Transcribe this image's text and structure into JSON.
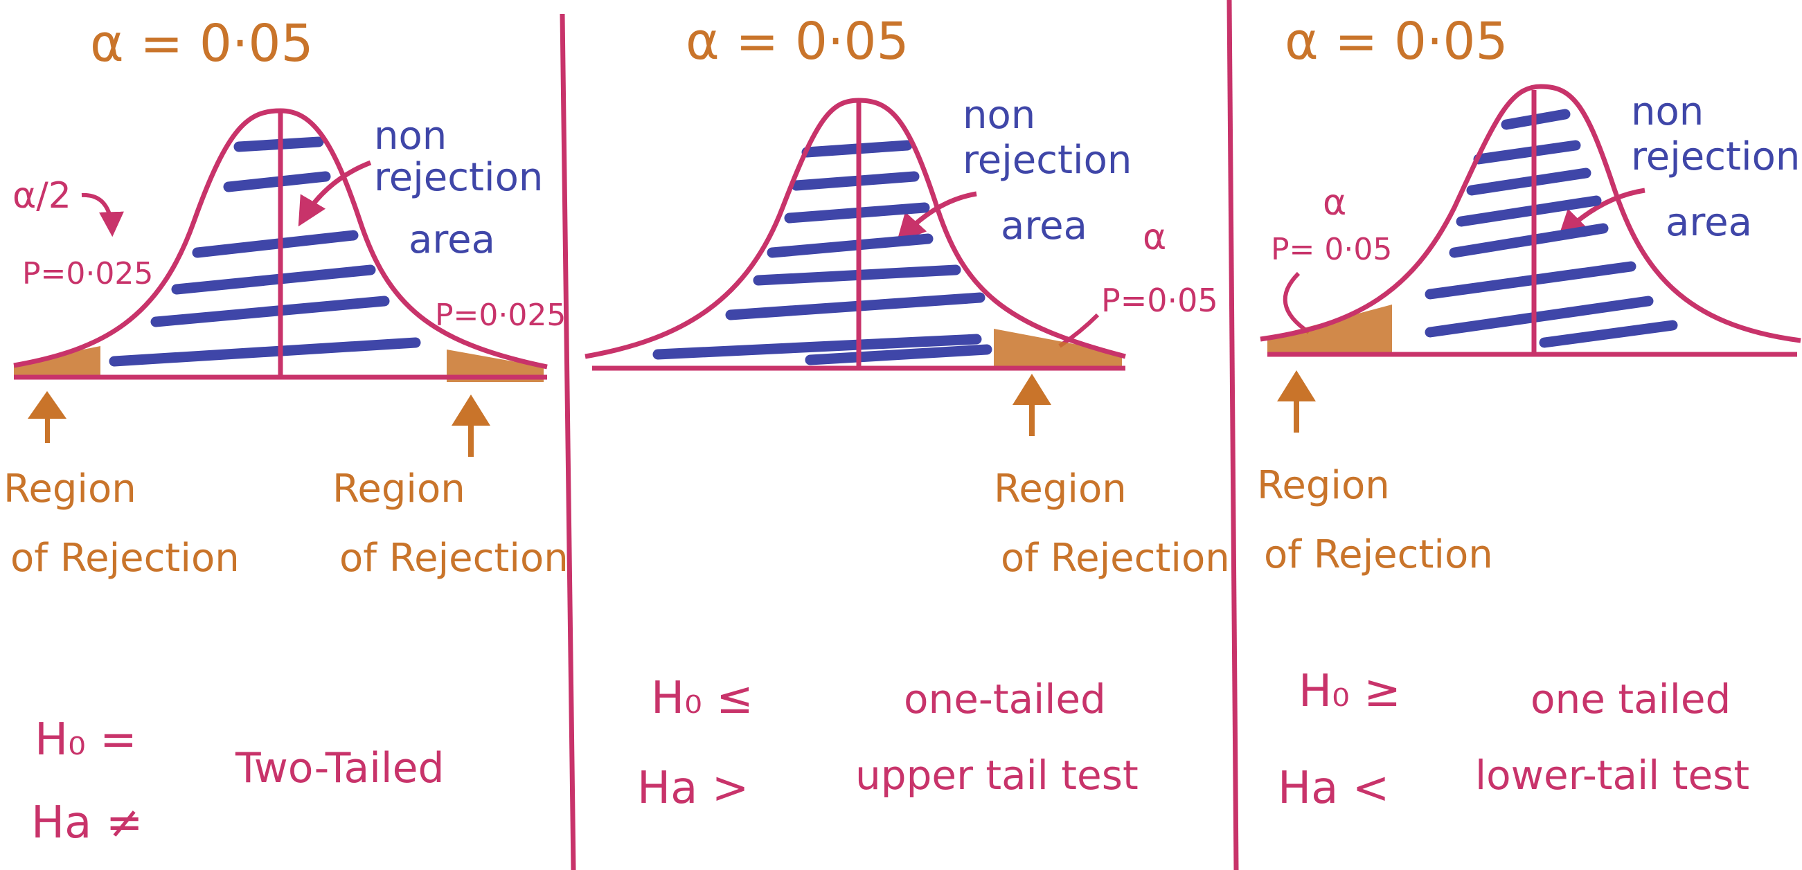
{
  "colors": {
    "curve": "#c8336a",
    "stripes": "#3f46a8",
    "rejection": "#c9742a",
    "hypothesis_text": "#c8336a",
    "background": "#ffffff"
  },
  "panels": [
    {
      "alpha_label": "α = 0·05",
      "half_alpha_label": "α/2",
      "left_p_label": "P=0·025",
      "right_p_label": "P=0·025",
      "non_rejection_lines": [
        "non",
        "rejection",
        "area"
      ],
      "left_region_lines": [
        "Region",
        "of Rejection"
      ],
      "right_region_lines": [
        "Region",
        "of Rejection"
      ],
      "h0": "H₀  =",
      "ha": "Ha  ≠",
      "test_lines": [
        "Two-Tailed"
      ]
    },
    {
      "alpha_label": "α = 0·05",
      "tail_alpha_label": "α",
      "right_p_label": "P=0·05",
      "non_rejection_lines": [
        "non",
        "rejection",
        "area"
      ],
      "right_region_lines": [
        "Region",
        "of Rejection"
      ],
      "h0": "H₀  ≤",
      "ha": "Ha  >",
      "test_lines": [
        "one-tailed",
        "upper tail test"
      ]
    },
    {
      "alpha_label": "α = 0·05",
      "tail_alpha_label": "α",
      "left_p_label": "P= 0·05",
      "non_rejection_lines": [
        "non",
        "rejection",
        "area"
      ],
      "left_region_lines": [
        "Region",
        "of Rejection"
      ],
      "h0": "H₀ ≥",
      "ha": "Ha  <",
      "test_lines": [
        "one tailed",
        "lower-tail test"
      ]
    }
  ]
}
